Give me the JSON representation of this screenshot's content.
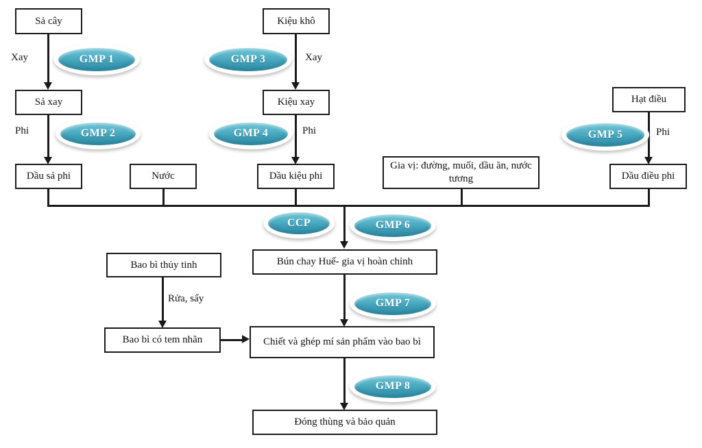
{
  "diagram": {
    "title": "Quy trinh san xuat Bun chay Hue - so do HACCP/GMP",
    "accent_color": "#3f9fb7",
    "line_color": "#1a1a1a",
    "box_fill": "#ffffff"
  },
  "boxes": {
    "sa_cay": "Sả cây",
    "sa_xay": "Sả xay",
    "dau_sa_phi": "Dầu sả phi",
    "nuoc": "Nước",
    "kieu_kho": "Kiệu khô",
    "kieu_xay": "Kiệu xay",
    "dau_kieu_phi": "Dầu kiệu phi",
    "gia_vi": "Gia vị: đường, muối, dầu ăn, nước tương",
    "hat_dieu": "Hạt điều",
    "dau_dieu_phi": "Dầu điều phi",
    "bun_chay_hue": "Bún chay Huế- gia vị hoàn chỉnh",
    "bao_bi_thuy_tinh": "Bao bì thủy tinh",
    "bao_bi_co_tem_nhan": "Bao bì có tem nhãn",
    "chiet_va_ghep_mi": "Chiết và ghép mí sản phẩm vào bao bì",
    "dong_thung": "Đóng thùng và bảo quản"
  },
  "edge_labels": {
    "xay_left": "Xay",
    "phi_left": "Phi",
    "xay_mid": "Xay",
    "phi_mid": "Phi",
    "phi_right": "Phi",
    "rua_say": "Rửa, sấy"
  },
  "badges": {
    "gmp1": "GMP 1",
    "gmp2": "GMP 2",
    "gmp3": "GMP 3",
    "gmp4": "GMP 4",
    "gmp5": "GMP 5",
    "ccp": "CCP",
    "gmp6": "GMP 6",
    "gmp7": "GMP 7",
    "gmp8": "GMP 8"
  }
}
